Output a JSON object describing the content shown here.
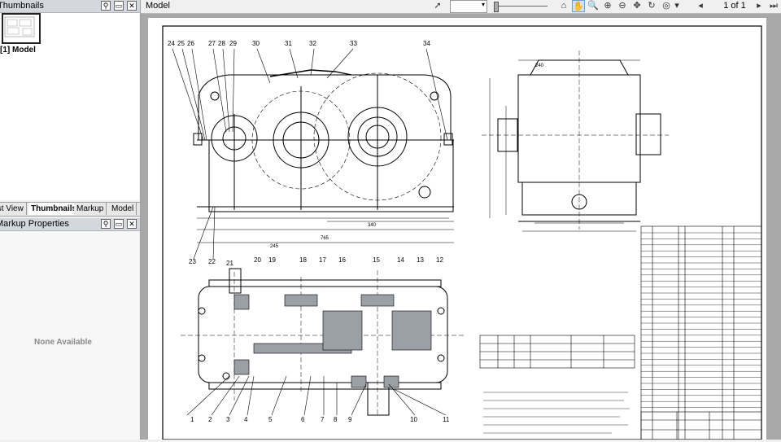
{
  "left_panel": {
    "thumbnails_title": "Thumbnails",
    "thumbnail_label": "[1] Model",
    "tabs": [
      "List View",
      "Thumbnails",
      "Markup",
      "Model"
    ],
    "markup_properties_title": "Markup Properties",
    "none_available": "None Available"
  },
  "toolbar": {
    "document_title": "Model",
    "page_indicator": "1 of 1"
  },
  "drawing": {
    "callouts_top": [
      "24",
      "25",
      "26",
      "27",
      "28",
      "29",
      "30",
      "31",
      "32",
      "33",
      "34"
    ],
    "callouts_left": [
      "23",
      "22"
    ],
    "callouts_plan_top": [
      "21",
      "20",
      "19",
      "18",
      "17",
      "16",
      "15",
      "14",
      "13",
      "12"
    ],
    "callouts_plan_bottom": [
      "1",
      "2",
      "3",
      "4",
      "5",
      "6",
      "7",
      "8",
      "9",
      "10",
      "11"
    ],
    "dims": [
      "240",
      "340",
      "765",
      "245"
    ]
  }
}
